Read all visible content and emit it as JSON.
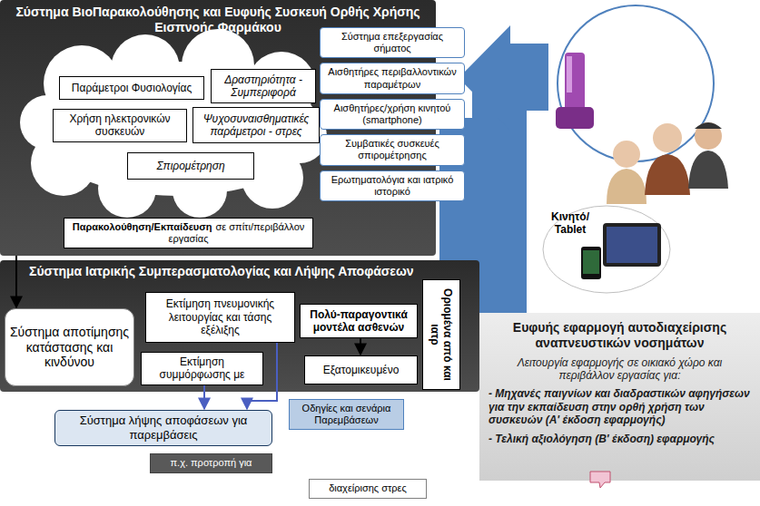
{
  "diagram": {
    "nodes": [
      {
        "text": [
          "Σύστημα ΒιοΠαρακολούθησης και Ευφυής Συσκευή Ορθής Χρήσης Εισπνοής Φαρμάκου"
        ]
      },
      {
        "text": [
          "Παράμετροι Φυσιολογίας"
        ],
        "in": 0
      },
      {
        "text": [
          "Δραστηριότητα - Συμπεριφορά"
        ],
        "in": 0
      },
      {
        "text": [
          "Χρήση ηλεκτρονικών συσκευών"
        ],
        "in": 0
      },
      {
        "text": [
          "Ψυχοσυναισθηματικές παράμετροι - στρες"
        ],
        "in": 0
      },
      {
        "text": [
          "Σπιρομέτρηση"
        ],
        "in": 0
      },
      {
        "text": [
          "Παρακολούθηση/Εκπαίδευση",
          "σε σπίτι/περιβάλλον εργασίας"
        ],
        "in": 0
      },
      {
        "text": [
          "Σύστημα επεξεργασίας σήματος"
        ]
      },
      {
        "text": [
          "Αισθητήρες περιβαλλοντικών παραμέτρων"
        ]
      },
      {
        "text": [
          "Αισθητήρες/χρήση κινητού (smartphone)"
        ]
      },
      {
        "text": [
          "Συμβατικές συσκευές σπιρομέτρησης"
        ]
      },
      {
        "text": [
          "Ερωτηματολόγια και ιατρικό ιστορικό"
        ]
      },
      {
        "text": [
          "Κινητό/ Tablet"
        ]
      },
      {
        "text": [
          "Σύστημα Ιατρικής Συμπερασματολογίας και Λήψης Αποφάσεων"
        ]
      },
      {
        "text": [
          "Σύστημα αποτίμησης κατάστασης και κινδύνου"
        ],
        "in": 13
      },
      {
        "text": [
          "Εκτίμηση πνευμονικής λειτουργίας και τάσης εξέλιξης"
        ],
        "in": 13
      },
      {
        "text": [
          "Εκτίμηση συμμόρφωσης με"
        ],
        "in": 13
      },
      {
        "text": [
          "Πολύ-παραγοντικά μοντέλα ασθενών"
        ],
        "in": 13
      },
      {
        "text": [
          "Εξατομικευμένο"
        ],
        "in": 13
      },
      {
        "text": [
          "Οριομένα από και ιατρ"
        ],
        "in": 13
      },
      {
        "text": [
          "Ευφυής εφαρμογή αυτοδιαχείρισης αναπνευστικών νοσημάτων",
          "Λειτουργία εφαρμογής σε οικιακό χώρο και περιβάλλον εργασίας για:",
          "- Μηχανές παιγνίων και διαδραστικών αφηγήσεων για την εκπαίδευση στην ορθή χρήση των συσκευών (Α' έκδοση εφαρμογής)",
          "- Τελική αξιολόγηση (Β' έκδοση) εφαρμογής"
        ]
      },
      {
        "text": [
          "Οδηγίες και σενάρια Παρεμβάσεων"
        ]
      },
      {
        "text": [
          "Σύστημα λήψης αποφάσεων για παρεμβάσεις"
        ]
      },
      {
        "text": [
          "π.χ. προτροπή για"
        ]
      },
      {
        "text": [
          "διαχείρισης στρες"
        ]
      }
    ],
    "edges": [
      {
        "from": 0,
        "to": 14,
        "arrow": "to"
      },
      {
        "from": 15,
        "to": 22,
        "arrow": "to"
      },
      {
        "from": 16,
        "to": 22,
        "arrow": "to"
      },
      {
        "from": 17,
        "to": 18,
        "arrow": "to"
      }
    ]
  }
}
